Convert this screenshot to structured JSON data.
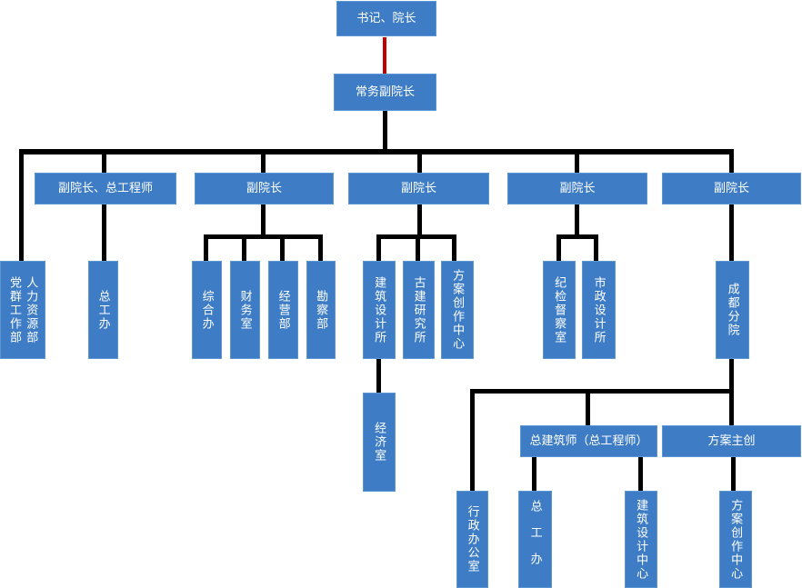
{
  "colors": {
    "box_fill": "#3e7dc5",
    "box_border": "#5e96d2",
    "text": "#ffffff",
    "connector": "#000000",
    "red_connector": "#c00000",
    "background": "#ffffff"
  },
  "nodes": {
    "president": "书记、院长",
    "executive_vp": "常务副院长",
    "vp_chief_engineer": "副院长、总工程师",
    "vp2": "副院长",
    "vp3": "副院长",
    "vp4": "副院长",
    "vp5": "副院长",
    "party_mass_dept": "党群工作部",
    "hr_dept": "人力资源部",
    "chief_eng_office": "总工办",
    "general_office": "综合办",
    "finance_office": "财务室",
    "operations_dept": "经营部",
    "survey_dept": "勘察部",
    "arch_design_institute": "建筑设计所",
    "ancient_arch_institute": "古建研究所",
    "scheme_creation_center": "方案创作中心",
    "economy_office": "经济室",
    "discipline_inspection_office": "纪检督察室",
    "municipal_design_institute": "市政设计所",
    "chengdu_branch": "成都分院",
    "chief_architect": "总建筑师（总工程师）",
    "scheme_lead": "方案主创",
    "admin_office": "行政办公室",
    "chief_eng_office_branch": "总工办",
    "arch_design_center": "建筑设计中心",
    "scheme_creation_center_branch": "方案创作中心"
  },
  "structure": {
    "label": "书记、院长",
    "children": [
      {
        "label": "常务副院长",
        "connector_from_parent": "red",
        "children": [
          {
            "label": "党群工作部 / 人力资源部",
            "combined_labels": [
              "党群工作部",
              "人力资源部"
            ]
          },
          {
            "label": "副院长、总工程师",
            "children": [
              {
                "label": "总工办"
              }
            ]
          },
          {
            "label": "副院长",
            "children": [
              {
                "label": "综合办"
              },
              {
                "label": "财务室"
              },
              {
                "label": "经营部"
              },
              {
                "label": "勘察部"
              }
            ]
          },
          {
            "label": "副院长",
            "children": [
              {
                "label": "建筑设计所",
                "children": [
                  {
                    "label": "经济室"
                  }
                ]
              },
              {
                "label": "古建研究所"
              },
              {
                "label": "方案创作中心"
              }
            ]
          },
          {
            "label": "副院长",
            "children": [
              {
                "label": "纪检督察室"
              },
              {
                "label": "市政设计所"
              }
            ]
          },
          {
            "label": "副院长",
            "children": [
              {
                "label": "成都分院",
                "children": [
                  {
                    "label": "行政办公室"
                  },
                  {
                    "label": "总建筑师（总工程师）",
                    "children": [
                      {
                        "label": "总工办"
                      },
                      {
                        "label": "建筑设计中心"
                      }
                    ]
                  },
                  {
                    "label": "方案主创",
                    "children": [
                      {
                        "label": "方案创作中心"
                      }
                    ]
                  }
                ]
              }
            ]
          }
        ]
      }
    ]
  }
}
